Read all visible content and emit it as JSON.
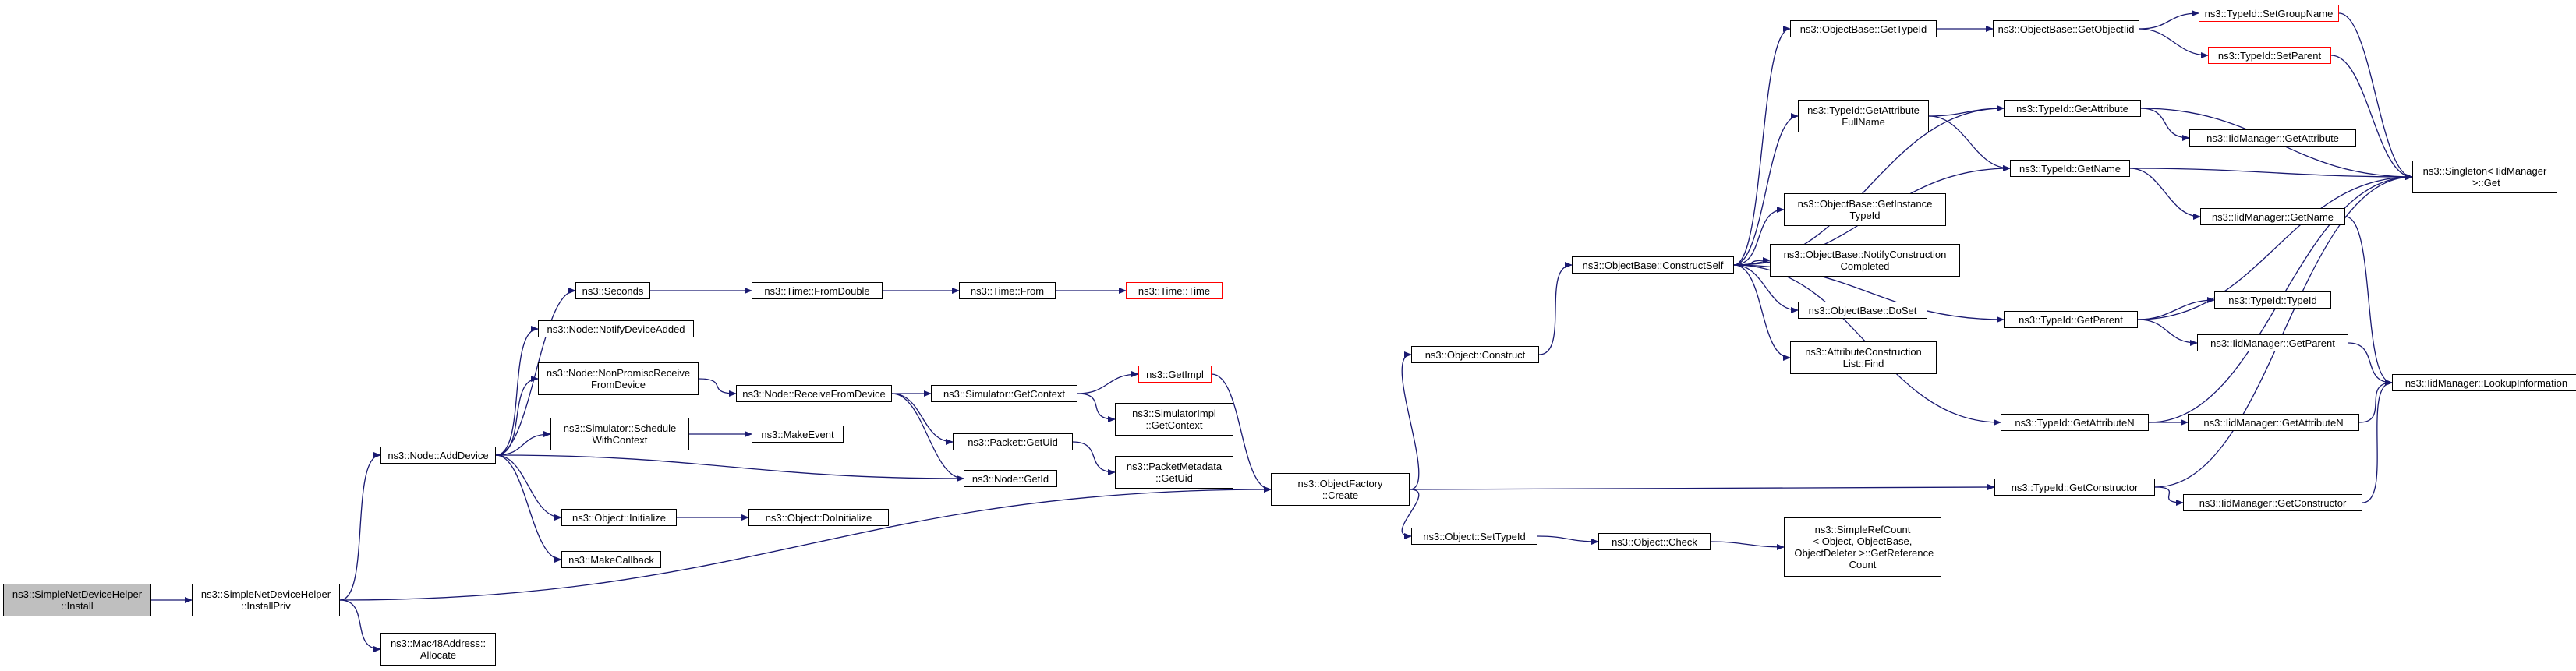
{
  "graph": {
    "edge_color": "#191970",
    "node_border": "#000000",
    "truncated_border": "#ff0000",
    "current_fill": "#bfbfbf",
    "nodes": [
      {
        "id": "install",
        "label": "ns3::SimpleNetDeviceHelper\n::Install",
        "current": true
      },
      {
        "id": "installpriv",
        "label": "ns3::SimpleNetDeviceHelper\n::InstallPriv"
      },
      {
        "id": "mac48",
        "label": "ns3::Mac48Address::\nAllocate"
      },
      {
        "id": "adddevice",
        "label": "ns3::Node::AddDevice"
      },
      {
        "id": "seconds",
        "label": "ns3::Seconds"
      },
      {
        "id": "notifydeviceadded",
        "label": "ns3::Node::NotifyDeviceAdded"
      },
      {
        "id": "nonpromisc",
        "label": "ns3::Node::NonPromiscReceive\nFromDevice"
      },
      {
        "id": "schedulewithcontext",
        "label": "ns3::Simulator::Schedule\nWithContext"
      },
      {
        "id": "objinitialize",
        "label": "ns3::Object::Initialize"
      },
      {
        "id": "makecallback",
        "label": "ns3::MakeCallback"
      },
      {
        "id": "fromdouble",
        "label": "ns3::Time::FromDouble"
      },
      {
        "id": "receivefromdevice",
        "label": "ns3::Node::ReceiveFromDevice"
      },
      {
        "id": "makeevent",
        "label": "ns3::MakeEvent"
      },
      {
        "id": "doinitialize",
        "label": "ns3::Object::DoInitialize"
      },
      {
        "id": "timefrom",
        "label": "ns3::Time::From"
      },
      {
        "id": "getcontext",
        "label": "ns3::Simulator::GetContext"
      },
      {
        "id": "getuid",
        "label": "ns3::Packet::GetUid"
      },
      {
        "id": "nodegetid",
        "label": "ns3::Node::GetId"
      },
      {
        "id": "timetime",
        "label": "ns3::Time::Time",
        "truncated": true
      },
      {
        "id": "getimpl",
        "label": "ns3::GetImpl",
        "truncated": true
      },
      {
        "id": "implgetcontext",
        "label": "ns3::SimulatorImpl\n::GetContext"
      },
      {
        "id": "metagetuid",
        "label": "ns3::PacketMetadata\n::GetUid"
      },
      {
        "id": "factorycreate",
        "label": "ns3::ObjectFactory\n::Create"
      },
      {
        "id": "construct",
        "label": "ns3::Object::Construct"
      },
      {
        "id": "settypeid",
        "label": "ns3::Object::SetTypeId"
      },
      {
        "id": "constructself",
        "label": "ns3::ObjectBase::ConstructSelf"
      },
      {
        "id": "check",
        "label": "ns3::Object::Check"
      },
      {
        "id": "refcount",
        "label": "ns3::SimpleRefCount\n< Object, ObjectBase,\n ObjectDeleter >::GetReference\nCount"
      },
      {
        "id": "obgettypeid",
        "label": "ns3::ObjectBase::GetTypeId"
      },
      {
        "id": "getattrfullname",
        "label": "ns3::TypeId::GetAttribute\nFullName"
      },
      {
        "id": "getinstancetypeid",
        "label": "ns3::ObjectBase::GetInstance\nTypeId"
      },
      {
        "id": "notifyconstruction",
        "label": "ns3::ObjectBase::NotifyConstruction\nCompleted"
      },
      {
        "id": "doset",
        "label": "ns3::ObjectBase::DoSet"
      },
      {
        "id": "attrlistfind",
        "label": "ns3::AttributeConstruction\nList::Find"
      },
      {
        "id": "getobjectiid",
        "label": "ns3::ObjectBase::GetObjectIid"
      },
      {
        "id": "getattribute",
        "label": "ns3::TypeId::GetAttribute"
      },
      {
        "id": "getname",
        "label": "ns3::TypeId::GetName"
      },
      {
        "id": "getparent",
        "label": "ns3::TypeId::GetParent"
      },
      {
        "id": "getattributen",
        "label": "ns3::TypeId::GetAttributeN"
      },
      {
        "id": "getconstructor",
        "label": "ns3::TypeId::GetConstructor"
      },
      {
        "id": "setgroupname",
        "label": "ns3::TypeId::SetGroupName",
        "truncated": true
      },
      {
        "id": "setparent",
        "label": "ns3::TypeId::SetParent",
        "truncated": true
      },
      {
        "id": "iidgetattribute",
        "label": "ns3::IidManager::GetAttribute"
      },
      {
        "id": "iidgetname",
        "label": "ns3::IidManager::GetName"
      },
      {
        "id": "typeidctor",
        "label": "ns3::TypeId::TypeId"
      },
      {
        "id": "iidgetparent",
        "label": "ns3::IidManager::GetParent"
      },
      {
        "id": "iidgetattributen",
        "label": "ns3::IidManager::GetAttributeN"
      },
      {
        "id": "iidgetconstructor",
        "label": "ns3::IidManager::GetConstructor"
      },
      {
        "id": "singletonget",
        "label": "ns3::Singleton< IidManager\n >::Get"
      },
      {
        "id": "lookupinfo",
        "label": "ns3::IidManager::LookupInformation"
      }
    ],
    "edges": [
      [
        "install",
        "installpriv"
      ],
      [
        "installpriv",
        "adddevice"
      ],
      [
        "installpriv",
        "mac48"
      ],
      [
        "installpriv",
        "factorycreate"
      ],
      [
        "adddevice",
        "seconds"
      ],
      [
        "adddevice",
        "notifydeviceadded"
      ],
      [
        "adddevice",
        "nonpromisc"
      ],
      [
        "adddevice",
        "schedulewithcontext"
      ],
      [
        "adddevice",
        "nodegetid"
      ],
      [
        "adddevice",
        "objinitialize"
      ],
      [
        "adddevice",
        "makecallback"
      ],
      [
        "seconds",
        "fromdouble"
      ],
      [
        "fromdouble",
        "timefrom"
      ],
      [
        "timefrom",
        "timetime"
      ],
      [
        "nonpromisc",
        "receivefromdevice"
      ],
      [
        "schedulewithcontext",
        "makeevent"
      ],
      [
        "receivefromdevice",
        "getcontext"
      ],
      [
        "receivefromdevice",
        "getuid"
      ],
      [
        "receivefromdevice",
        "nodegetid"
      ],
      [
        "getcontext",
        "getimpl"
      ],
      [
        "getcontext",
        "implgetcontext"
      ],
      [
        "getimpl",
        "factorycreate"
      ],
      [
        "getuid",
        "metagetuid"
      ],
      [
        "objinitialize",
        "doinitialize"
      ],
      [
        "factorycreate",
        "construct"
      ],
      [
        "factorycreate",
        "settypeid"
      ],
      [
        "factorycreate",
        "getconstructor"
      ],
      [
        "construct",
        "constructself"
      ],
      [
        "settypeid",
        "check"
      ],
      [
        "check",
        "refcount"
      ],
      [
        "constructself",
        "obgettypeid"
      ],
      [
        "constructself",
        "getattrfullname"
      ],
      [
        "constructself",
        "getattribute"
      ],
      [
        "constructself",
        "getname"
      ],
      [
        "constructself",
        "getinstancetypeid"
      ],
      [
        "constructself",
        "notifyconstruction"
      ],
      [
        "constructself",
        "doset"
      ],
      [
        "constructself",
        "attrlistfind"
      ],
      [
        "constructself",
        "getparent"
      ],
      [
        "constructself",
        "getattributen"
      ],
      [
        "obgettypeid",
        "getobjectiid"
      ],
      [
        "getobjectiid",
        "setgroupname"
      ],
      [
        "getobjectiid",
        "setparent"
      ],
      [
        "getattrfullname",
        "getattribute"
      ],
      [
        "getattrfullname",
        "getname"
      ],
      [
        "getattribute",
        "iidgetattribute"
      ],
      [
        "getattribute",
        "singletonget"
      ],
      [
        "getname",
        "iidgetname"
      ],
      [
        "getname",
        "singletonget"
      ],
      [
        "iidgetname",
        "lookupinfo"
      ],
      [
        "getparent",
        "typeidctor"
      ],
      [
        "getparent",
        "iidgetparent"
      ],
      [
        "getparent",
        "singletonget"
      ],
      [
        "iidgetparent",
        "lookupinfo"
      ],
      [
        "getattributen",
        "iidgetattributen"
      ],
      [
        "getattributen",
        "singletonget"
      ],
      [
        "iidgetattributen",
        "lookupinfo"
      ],
      [
        "getconstructor",
        "iidgetconstructor"
      ],
      [
        "getconstructor",
        "singletonget"
      ],
      [
        "iidgetconstructor",
        "lookupinfo"
      ],
      [
        "setgroupname",
        "singletonget"
      ],
      [
        "setparent",
        "singletonget"
      ]
    ]
  }
}
